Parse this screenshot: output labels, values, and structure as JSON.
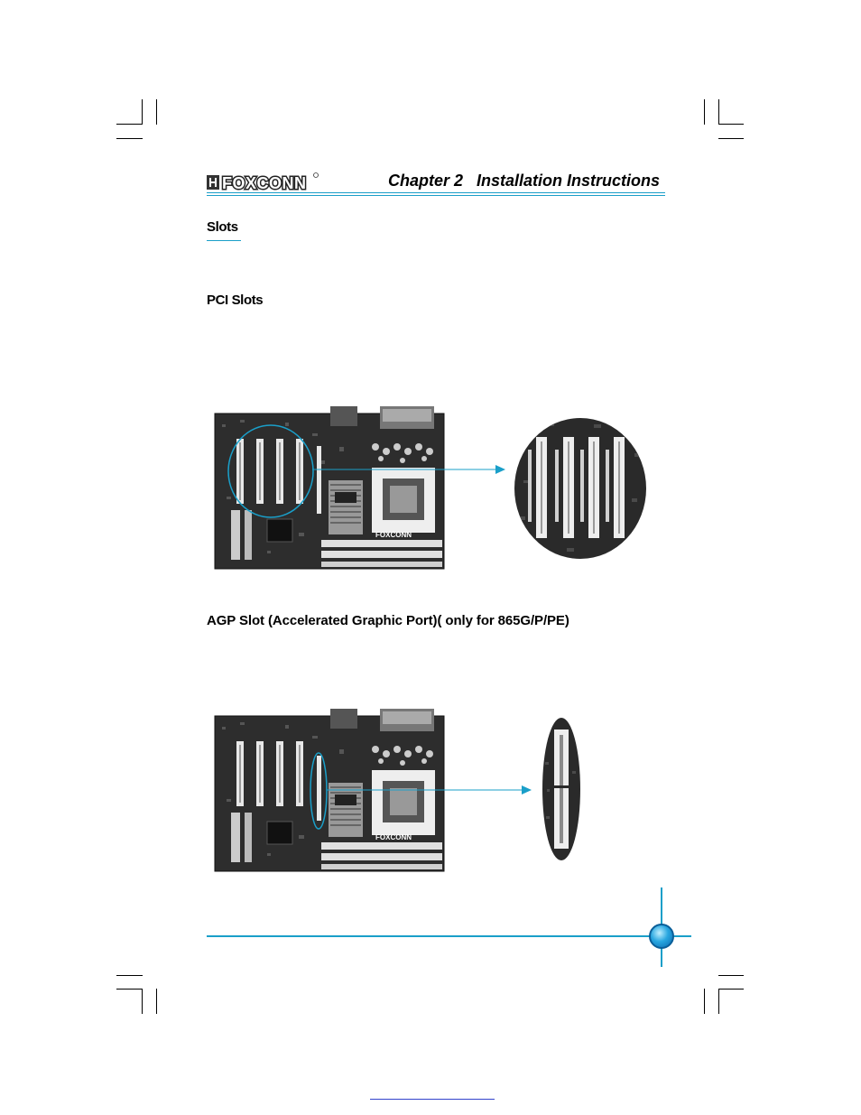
{
  "header": {
    "brand": "FOXCONN",
    "chapter_title": "Chapter 2   Installation Instructions"
  },
  "sections": {
    "slots": "Slots",
    "pci": "PCI Slots",
    "agp": "AGP Slot (Accelerated Graphic Port)( only for 865G/P/PE)"
  },
  "board_labels": {
    "brand": "FOXCONN",
    "chip": "FOXCONN"
  },
  "colors": {
    "accent": "#1a9fc9",
    "board": "#2b2b2b",
    "slot": "#e8e8e8"
  }
}
